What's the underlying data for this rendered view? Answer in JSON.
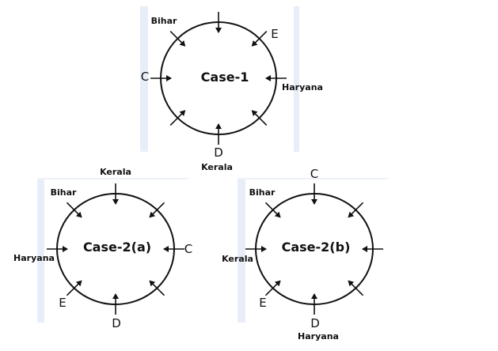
{
  "diagram": {
    "case1": {
      "title": "Case-1",
      "bihar": "Bihar",
      "e": "E",
      "c": "C",
      "haryana": "Haryana",
      "d": "D",
      "kerala": "Kerala"
    },
    "case2a": {
      "title": "Case-2(a)",
      "kerala": "Kerala",
      "bihar": "Bihar",
      "haryana": "Haryana",
      "c": "C",
      "e": "E",
      "d": "D"
    },
    "case2b": {
      "title": "Case-2(b)",
      "c": "C",
      "bihar": "Bihar",
      "kerala": "Kerala",
      "e": "E",
      "d": "D",
      "haryana": "Haryana"
    }
  },
  "colors": {
    "panel": "#e8eef8",
    "stroke": "#111111"
  }
}
